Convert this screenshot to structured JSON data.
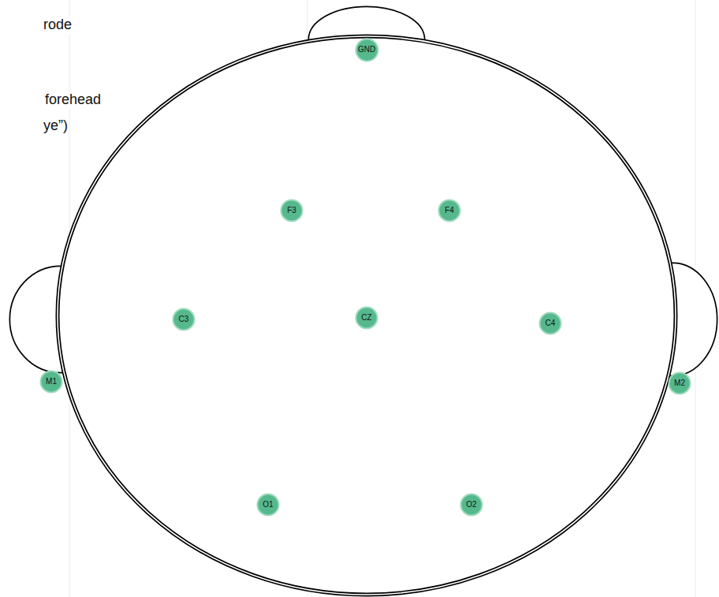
{
  "diagram": {
    "nodes": [
      {
        "text": [
          "GND"
        ]
      },
      {
        "text": [
          "F3"
        ]
      },
      {
        "text": [
          "F4"
        ]
      },
      {
        "text": [
          "C3"
        ]
      },
      {
        "text": [
          "CZ"
        ]
      },
      {
        "text": [
          "C4"
        ]
      },
      {
        "text": [
          "M1"
        ]
      },
      {
        "text": [
          "M2"
        ]
      },
      {
        "text": [
          "O1"
        ]
      },
      {
        "text": [
          "O2"
        ]
      }
    ],
    "labels": [
      "rode",
      "forehead",
      "ye”)"
    ]
  }
}
